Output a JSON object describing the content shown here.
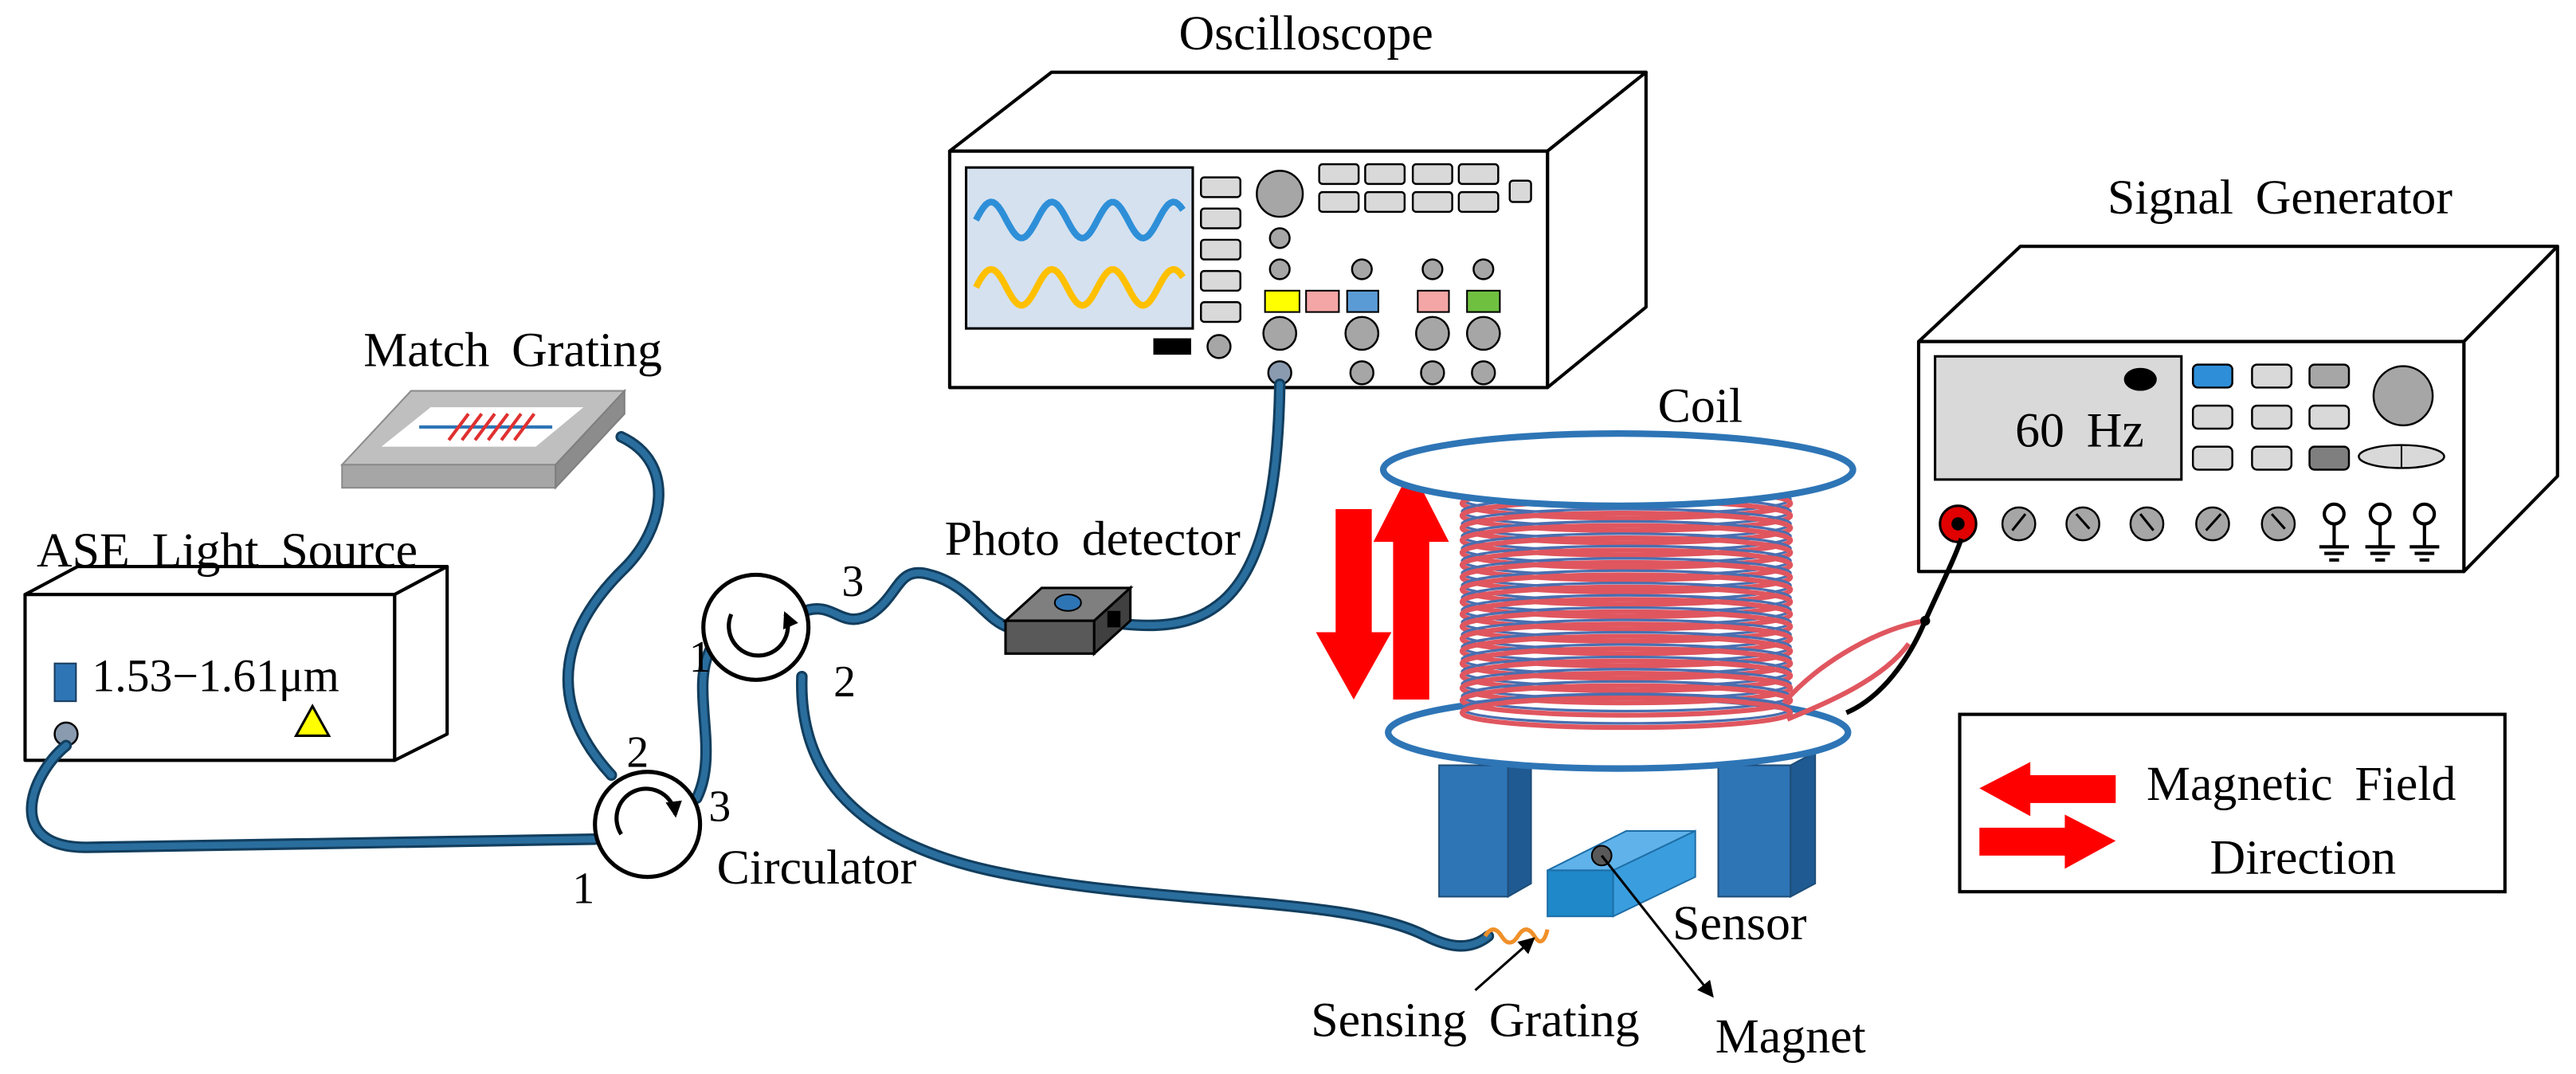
{
  "oscilloscope": {
    "label": "Oscilloscope"
  },
  "signal_generator": {
    "label": "Signal Generator",
    "display": "60 Hz"
  },
  "ase_source": {
    "label": "ASE Light Source",
    "range": "1.53−1.61μm"
  },
  "match_grating": {
    "label": "Match Grating"
  },
  "photo_detector": {
    "label": "Photo detector"
  },
  "coil": {
    "label": "Coil"
  },
  "circulator": {
    "label": "Circulator"
  },
  "circulator_ports": {
    "upper": {
      "p1": "1",
      "p2": "2",
      "p3": "3"
    },
    "lower": {
      "p1": "1",
      "p2": "2",
      "p3": "3"
    }
  },
  "sensor": {
    "label": "Sensor"
  },
  "sensing_grating": {
    "label": "Sensing Grating"
  },
  "magnet": {
    "label": "Magnet"
  },
  "legend": {
    "line1": "Magnetic Field",
    "line2": "Direction"
  },
  "colors": {
    "fiber": "#2a6e9e",
    "field_arrow": "#ff0000",
    "coil_wire_red": "#e0565f",
    "coil_wire_blue": "#4a6fb0",
    "wave_blue": "#2e8fd8",
    "wave_yellow": "#ffc000"
  }
}
